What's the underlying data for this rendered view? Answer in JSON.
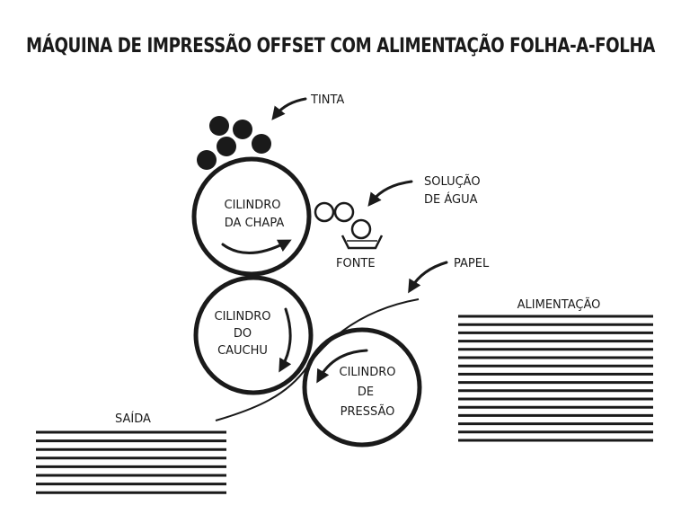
{
  "title": "MÁQUINA DE IMPRESSÃO OFFSET COM ALIMENTAÇÃO FOLHA-A-FOLHA",
  "labels": {
    "tinta": "TINTA",
    "solucao_line1": "SOLUÇÃO",
    "solucao_line2": "DE ÁGUA",
    "fonte": "FONTE",
    "papel": "PAPEL",
    "alimentacao": "ALIMENTAÇÃO",
    "saida": "SAÍDA"
  },
  "cylinders": {
    "plate": {
      "line1": "CILINDRO",
      "line2": "DA CHAPA"
    },
    "blanket": {
      "line1": "CILINDRO",
      "line2": "DO",
      "line3": "CAUCHU"
    },
    "impression": {
      "line1": "CILINDRO",
      "line2": "DE",
      "line3": "PRESSÃO"
    }
  },
  "colors": {
    "ink": "#1a1a1a",
    "background": "#ffffff"
  },
  "stacks": {
    "alimentacao_sheets": 16,
    "saida_sheets": 8
  }
}
